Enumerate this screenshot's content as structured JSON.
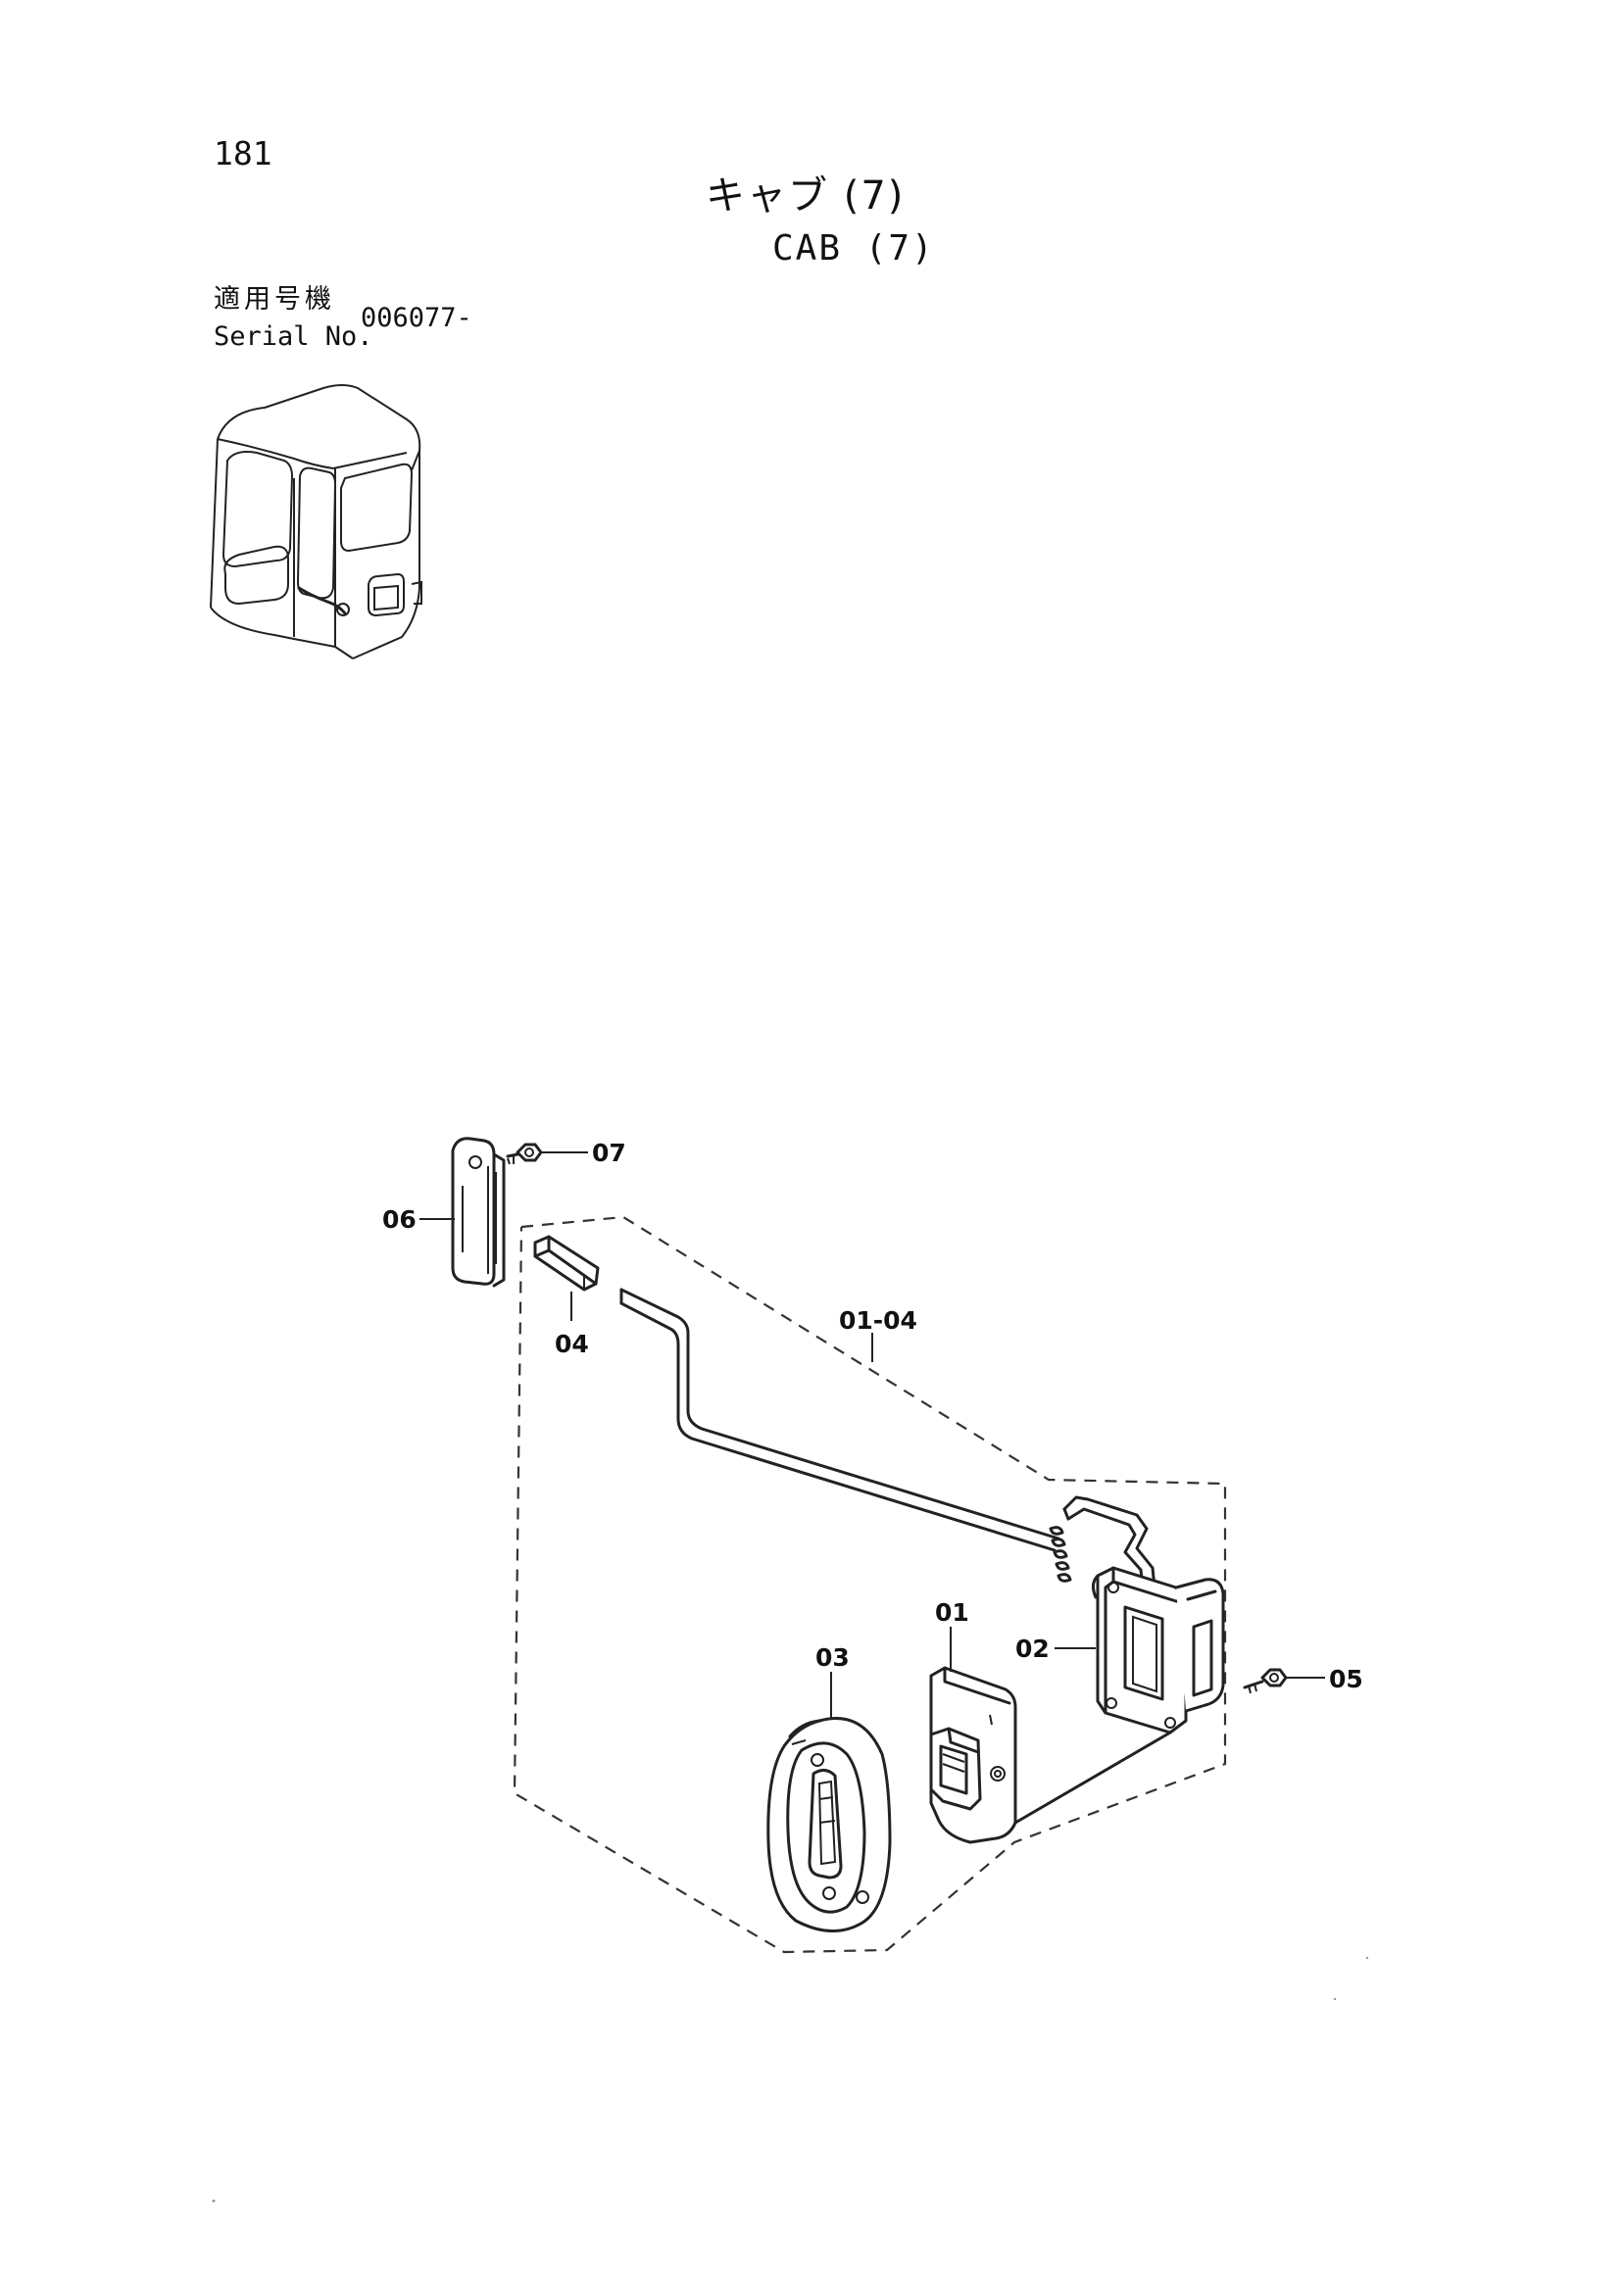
{
  "page": {
    "number": "181"
  },
  "title": {
    "japanese": "キャブ (7)",
    "english": "CAB (7)"
  },
  "serial": {
    "label_japanese": "適用号機",
    "label_english": "Serial No.",
    "value": "006077-"
  },
  "callouts": {
    "c07": "07",
    "c06": "06",
    "c04": "04",
    "c0104": "01-04",
    "c01": "01",
    "c02": "02",
    "c03": "03",
    "c05": "05"
  },
  "thumbnail": {
    "icon": "excavator-cab-icon"
  }
}
